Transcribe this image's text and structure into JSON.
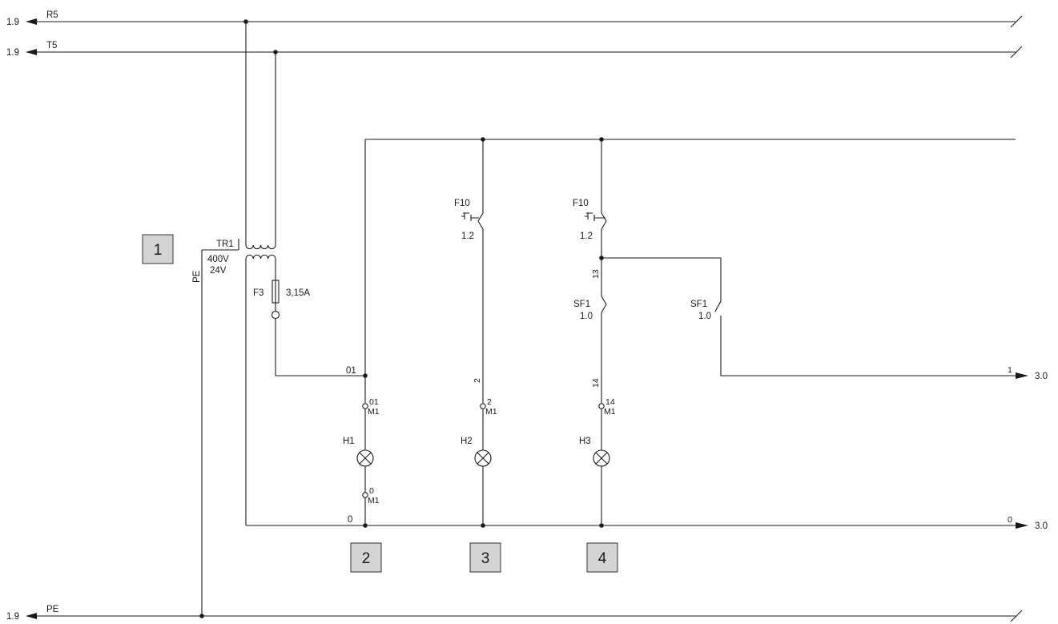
{
  "rails": {
    "r5": {
      "label": "R5",
      "ref": "1.9"
    },
    "t5": {
      "label": "T5",
      "ref": "1.9"
    },
    "pe": {
      "label": "PE",
      "ref": "1.9"
    }
  },
  "transformer": {
    "tag": "TR1",
    "primary": "400V",
    "secondary": "24V",
    "pe_label": "PE"
  },
  "fuse": {
    "tag": "F3",
    "rating": "3,15A"
  },
  "boxes": {
    "b1": "1",
    "b2": "2",
    "b3": "3",
    "b4": "4"
  },
  "wires": {
    "w01": "01",
    "w0": "0",
    "w2": "2",
    "w13": "13",
    "w14": "14",
    "w1_out": "1",
    "w0_out": "0"
  },
  "terminals": {
    "t_01": "01",
    "t_0": "0",
    "t_2": "2",
    "t_14": "14",
    "strip": "M1"
  },
  "contacts": {
    "f10_a": {
      "tag": "F10",
      "ref": "1.2"
    },
    "f10_b": {
      "tag": "F10",
      "ref": "1.2"
    },
    "sf1_a": {
      "tag": "SF1",
      "ref": "1.0"
    },
    "sf1_b": {
      "tag": "SF1",
      "ref": "1.0"
    }
  },
  "lamps": {
    "h1": "H1",
    "h2": "H2",
    "h3": "H3"
  },
  "outputs": {
    "out1": "3.0",
    "out0": "3.0"
  }
}
